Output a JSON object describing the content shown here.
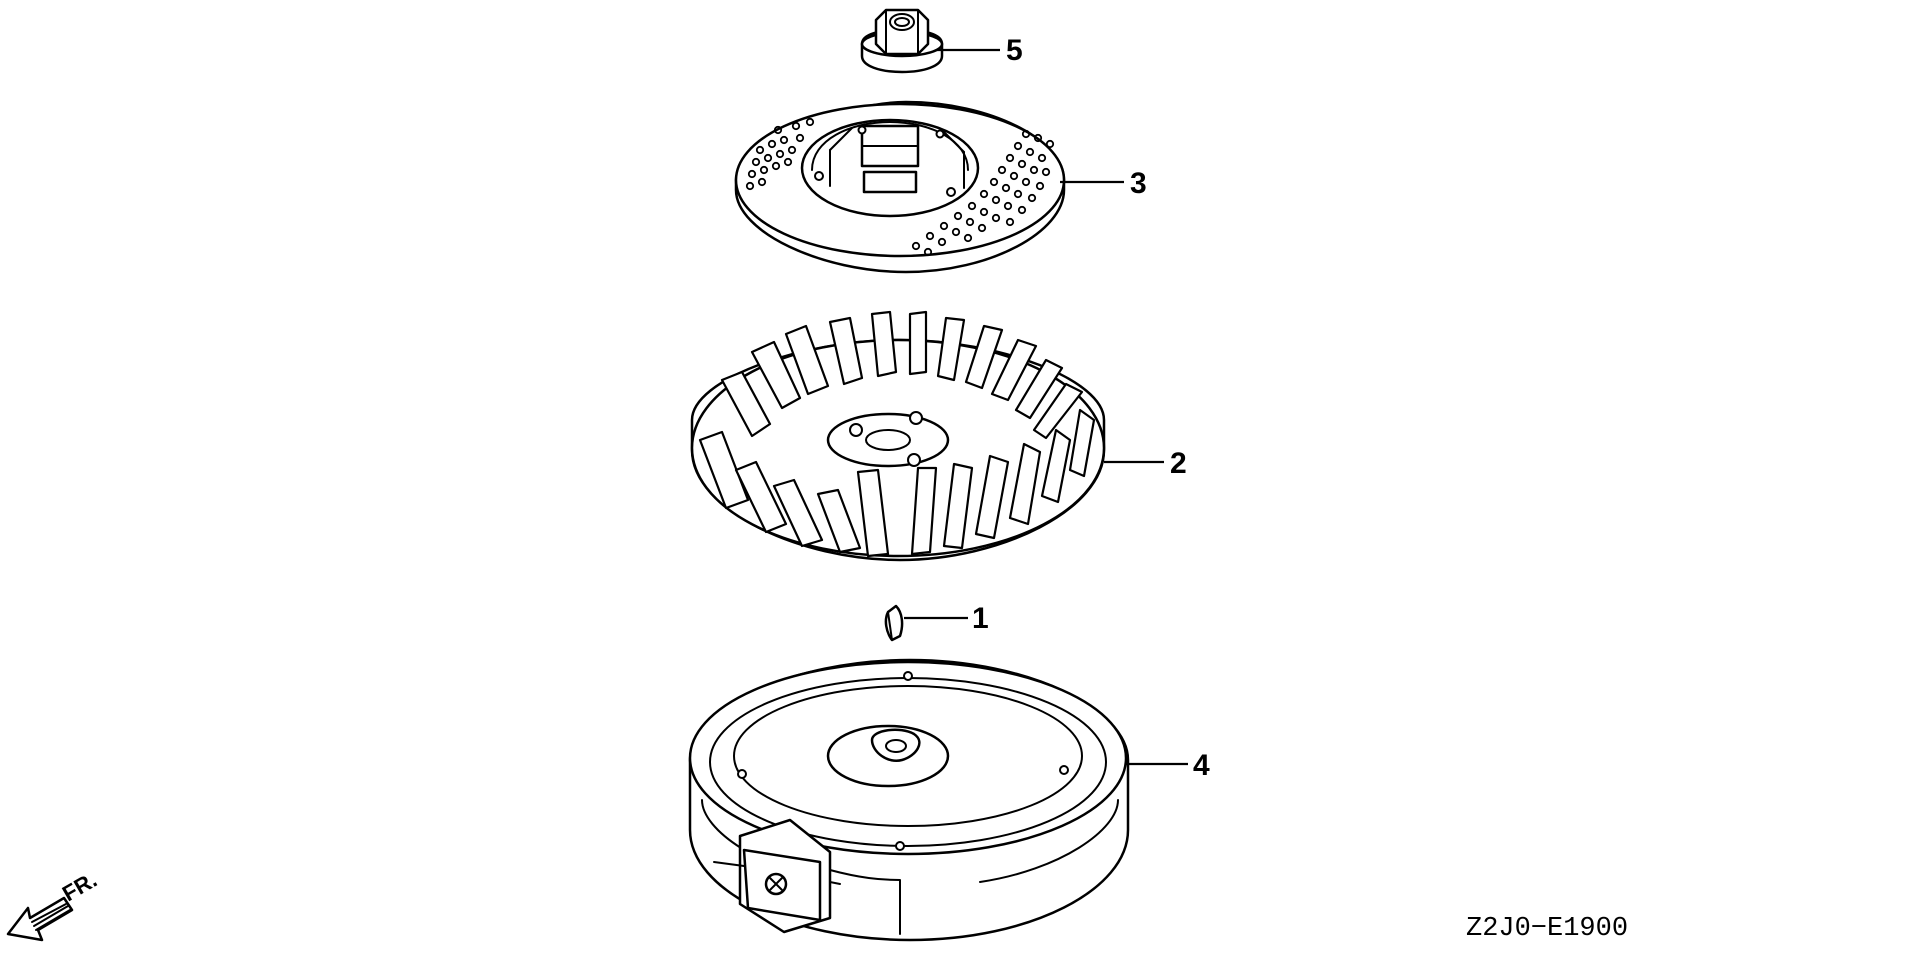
{
  "diagram": {
    "part_callouts": [
      {
        "id": "nut",
        "label": "5"
      },
      {
        "id": "cooling-plate",
        "label": "3"
      },
      {
        "id": "fan",
        "label": "2"
      },
      {
        "id": "woodruff-key",
        "label": "1"
      },
      {
        "id": "flywheel",
        "label": "4"
      }
    ],
    "direction_label": "FR.",
    "drawing_code": "Z2J0−E1900"
  }
}
